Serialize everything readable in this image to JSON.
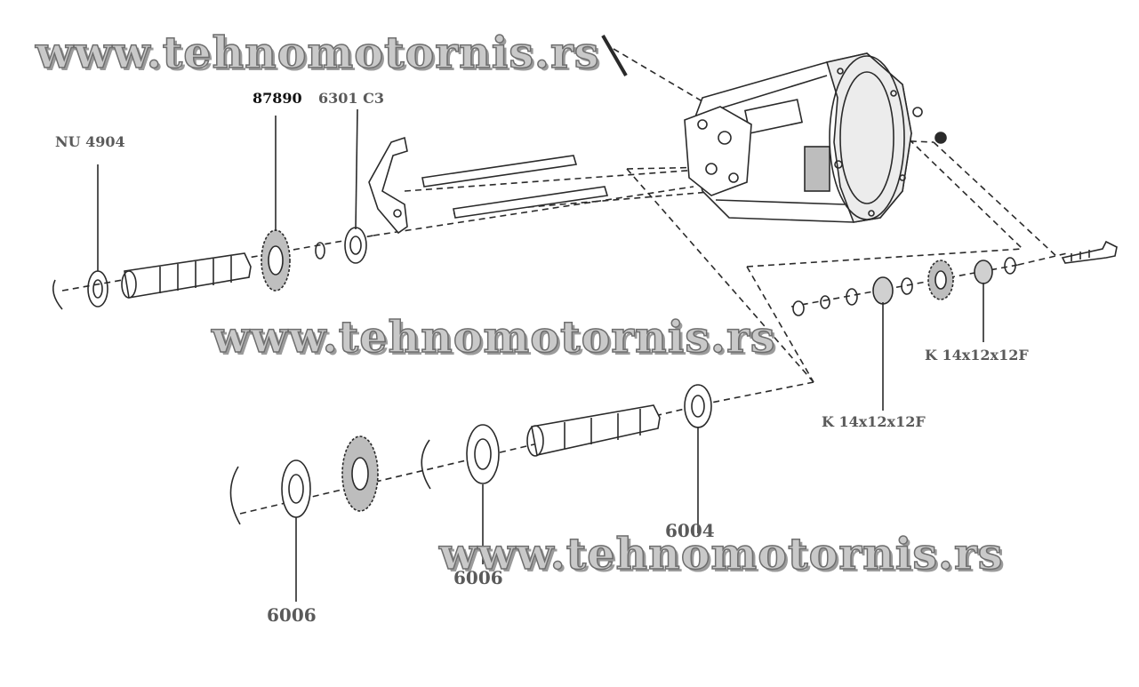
{
  "watermark": {
    "text": "www.tehnomotornis.rs",
    "text_color": "#c9c9c9",
    "stroke_color": "#6e6e6e"
  },
  "labels": {
    "nu4904": "NU 4904",
    "p87890": "87890",
    "p6301": "6301 C3",
    "k_right": "K 14x12x12F",
    "k_mid": "K 14x12x12F",
    "b6004": "6004",
    "b6006_mid": "6006",
    "b6006_left": "6006"
  },
  "colors": {
    "line": "#2a2a2a",
    "label_grey": "#5a5a5a",
    "label_dark": "#111111"
  }
}
